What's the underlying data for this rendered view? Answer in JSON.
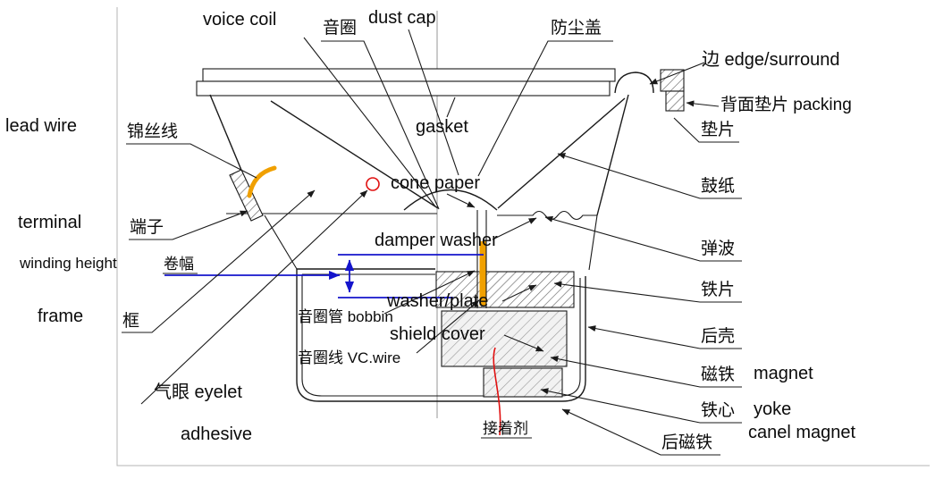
{
  "colors": {
    "line": "#1a1a1a",
    "blue": "#1414cc",
    "orange": "#f0a000",
    "red": "#e01010",
    "border": "#b5b5b5"
  },
  "diagram": {
    "labels": {
      "voice_coil_en": "voice coil",
      "voice_coil_zh": "音圈",
      "dust_cap_en": "dust cap",
      "dust_cap_zh": "防尘盖",
      "edge_surround": "边 edge/surround",
      "packing": "背面垫片  packing",
      "washer_small_zh": "垫片",
      "lead_wire_en": "lead wire",
      "lead_wire_zh": "锦丝线",
      "gasket_en": "gasket",
      "cone_paper_en": "cone paper",
      "terminal_en": "terminal",
      "terminal_zh": "端子",
      "winding_height_en": "winding height",
      "winding_height_zh": "卷幅",
      "damper_washer_en": "damper washer",
      "frame_en": "frame",
      "frame_zh": "框",
      "bobbin": "音圈管  bobbin",
      "washer_plate_en": "washer/plate",
      "shield_cover_en": "shield cover",
      "vc_wire": "音圈线  VC.wire",
      "eyelet": "气眼  eyelet",
      "adhesive_en": "adhesive",
      "adhesive_zh": "接着剂",
      "cone_zh": "鼓纸",
      "damper_zh": "弹波",
      "top_plate_zh": "铁片",
      "rear_shell_zh": "后壳",
      "magnet_zh": "磁铁",
      "magnet_en": "magnet",
      "yoke_zh": "铁心",
      "yoke_en": "yoke",
      "canel_magnet_en": "canel magnet",
      "rear_magnet_zh": "后磁铁"
    }
  }
}
